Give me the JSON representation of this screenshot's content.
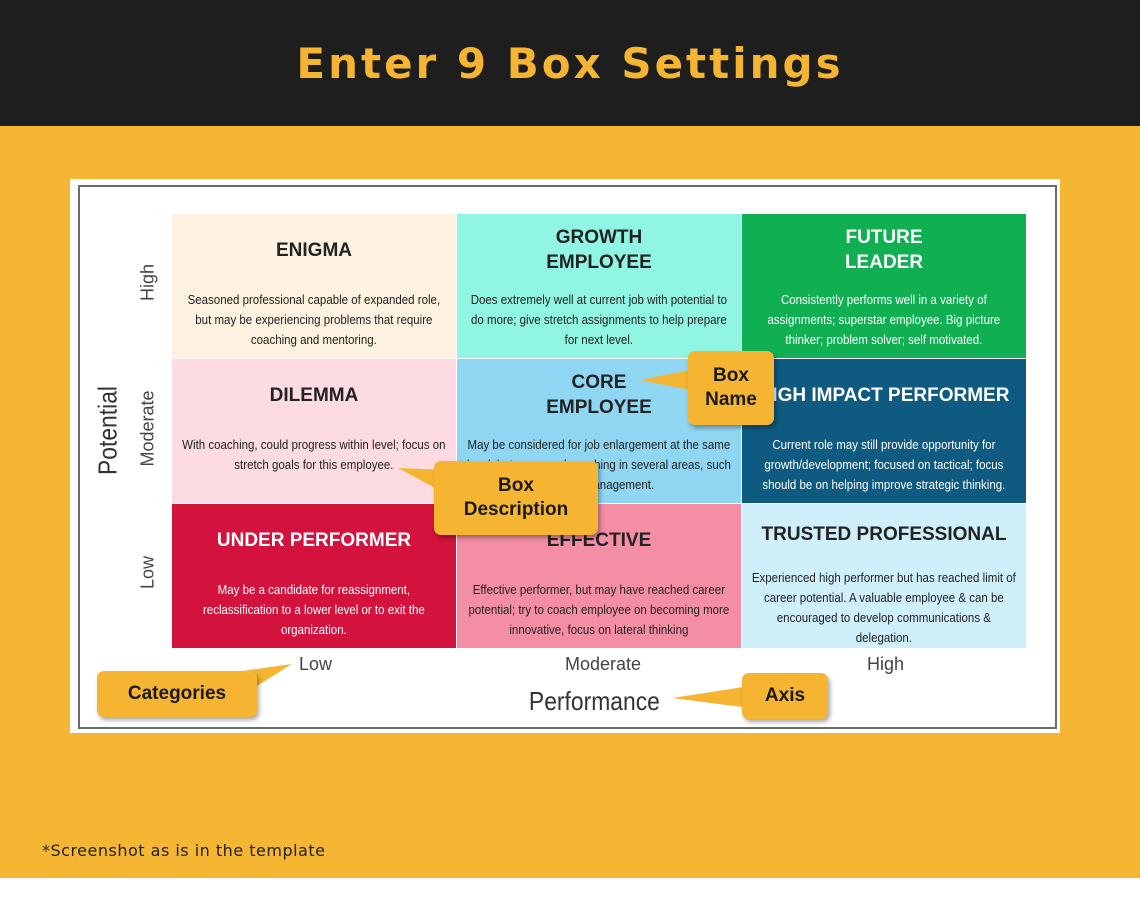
{
  "title": "Enter 9 Box Settings",
  "footnote": "*Screenshot as is in the template",
  "axes": {
    "y_title": "Potential",
    "x_title": "Performance",
    "y_categories": [
      "High",
      "Moderate",
      "Low"
    ],
    "x_categories": [
      "Low",
      "Moderate",
      "High"
    ]
  },
  "boxes": [
    {
      "name": "ENIGMA",
      "description": "Seasoned professional capable of expanded role, but may be experiencing problems that require coaching and mentoring.",
      "bg": "#fdf2df",
      "fg": "#222222"
    },
    {
      "name": "GROWTH\nEMPLOYEE",
      "description": "Does extremely well at current job with potential to do more; give stretch assignments to help prepare for next level.",
      "bg": "#90f5e2",
      "fg": "#222222"
    },
    {
      "name": "FUTURE\nLEADER",
      "description": "Consistently performs well in a variety of assignments; superstar employee. Big picture thinker; problem solver; self motivated.",
      "bg": "#10b052",
      "fg": "#ffffff"
    },
    {
      "name": "DILEMMA",
      "description": "With coaching, could progress within level; focus on stretch goals for this employee.",
      "bg": "#fcdbe2",
      "fg": "#222222"
    },
    {
      "name": "CORE\nEMPLOYEE",
      "description": "May be considered for job enlargement at the same level, but may need coaching in several areas, such as time management.",
      "bg": "#8fd6f3",
      "fg": "#222222"
    },
    {
      "name": "HIGH IMPACT PERFORMER",
      "description": "Current role may still provide opportunity for growth/development; focused on tactical; focus should be on helping improve strategic thinking.",
      "bg": "#0f5a80",
      "fg": "#ffffff"
    },
    {
      "name": "UNDER PERFORMER",
      "description": "May be a candidate for reassignment, reclassification to a lower level or to exit the organization.",
      "bg": "#d3133e",
      "fg": "#ffffff"
    },
    {
      "name": "EFFECTIVE",
      "description": "Effective performer, but may have reached career potential; try to coach employee on becoming more innovative, focus on lateral thinking",
      "bg": "#f48ea5",
      "fg": "#222222"
    },
    {
      "name": "TRUSTED PROFESSIONAL",
      "description": "Experienced high performer but has reached limit of career potential. A valuable employee & can be encouraged to develop communications & delegation.",
      "bg": "#cfeffb",
      "fg": "#222222"
    }
  ],
  "callouts": {
    "box_name": "Box\nName",
    "box_description": "Box\nDescription",
    "categories": "Categories",
    "axis": "Axis"
  },
  "colors": {
    "header_bg": "#1e1e1e",
    "title": "#f5b533",
    "background": "#f5b634",
    "callout": "#f5b533"
  }
}
